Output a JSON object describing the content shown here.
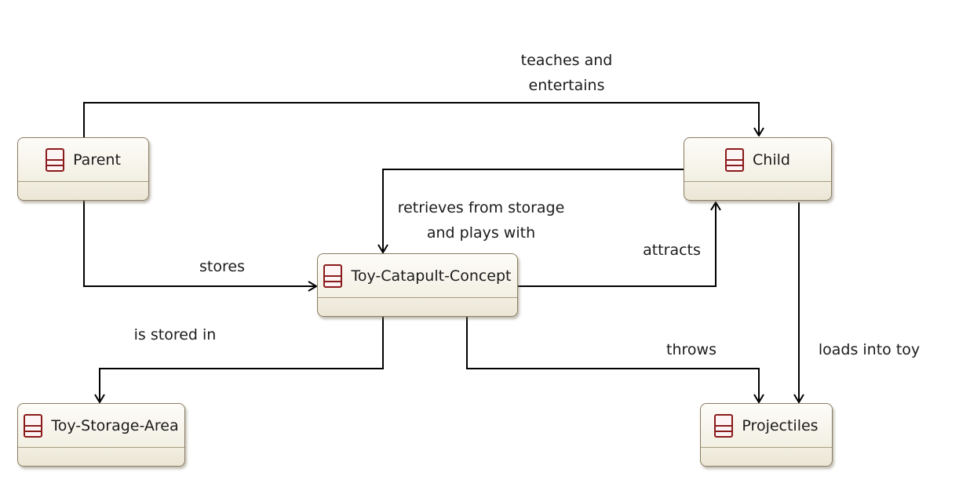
{
  "colors": {
    "node_border": "#8a7d62",
    "node_fill": "#f4f1e6",
    "icon": "#8b1a1a",
    "edge": "#000000"
  },
  "nodes": {
    "parent": {
      "name": "Parent",
      "icon": "block-icon"
    },
    "child": {
      "name": "Child",
      "icon": "block-icon"
    },
    "toy_catapult": {
      "name": "Toy-Catapult-Concept",
      "icon": "block-icon"
    },
    "toy_storage": {
      "name": "Toy-Storage-Area",
      "icon": "block-icon"
    },
    "projectiles": {
      "name": "Projectiles",
      "icon": "block-icon"
    }
  },
  "edges": {
    "teaches": {
      "label_1": "teaches and",
      "label_2": "entertains"
    },
    "retrieves": {
      "label_1": "retrieves from storage",
      "label_2": "and plays with"
    },
    "stores": {
      "label": "stores"
    },
    "attracts": {
      "label": "attracts"
    },
    "stored_in": {
      "label": "is stored in"
    },
    "throws": {
      "label": "throws"
    },
    "loads": {
      "label": "loads into toy"
    }
  }
}
